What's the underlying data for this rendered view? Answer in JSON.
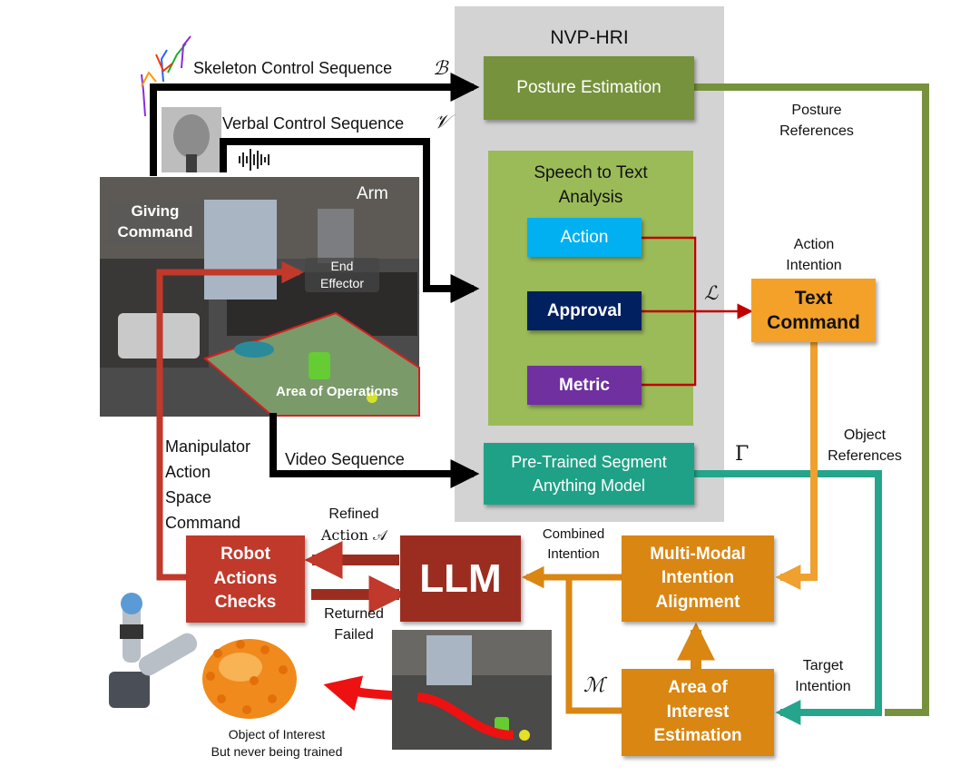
{
  "nvp_hri": {
    "title": "NVP-HRI",
    "posture_estimation": "Posture Estimation",
    "speech_to_text": [
      "Speech to Text",
      "Analysis"
    ],
    "action": "Action",
    "approval": "Approval",
    "metric": "Metric",
    "sam": [
      "Pre-Trained Segment",
      "Anything Model"
    ]
  },
  "inputs": {
    "skeleton": "Skeleton Control Sequence",
    "skeleton_symbol": "ℬ",
    "verbal": "Verbal Control Sequence",
    "verbal_symbol": "𝒱",
    "video": "Video Sequence",
    "manipulator": [
      "Manipulator",
      "Action",
      "Space",
      "Command"
    ]
  },
  "scene": {
    "giving_command": [
      "Giving",
      "Command"
    ],
    "arm": "Arm",
    "end_effector": [
      "End",
      "Effector"
    ],
    "area_of_operations": "Area of Operations"
  },
  "labels": {
    "posture_references": [
      "Posture",
      "References"
    ],
    "action_intention": [
      "Action",
      "Intention"
    ],
    "l_symbol": "ℒ",
    "gamma_symbol": "Γ",
    "object_references": [
      "Object",
      "References"
    ],
    "combined_intention": [
      "Combined",
      "Intention"
    ],
    "refined_action": "Refined",
    "refined_action_2": "Action 𝒜",
    "returned_failed": [
      "Returned",
      "Failed"
    ],
    "target_intention": [
      "Target",
      "Intention"
    ],
    "m_symbol": "ℳ",
    "object_of_interest": [
      "Object of Interest",
      "But never being trained"
    ]
  },
  "boxes": {
    "text_command": [
      "Text",
      "Command"
    ],
    "llm": "LLM",
    "robot_checks": [
      "Robot",
      "Actions",
      "Checks"
    ],
    "multimodal": [
      "Multi-Modal",
      "Intention",
      "Alignment"
    ],
    "aoi": [
      "Area of",
      "Interest",
      "Estimation"
    ]
  },
  "colors": {
    "nvp_bg": "#d3d3d3",
    "posture_box": "#76923c",
    "speech_bg": "#9bbb59",
    "action_box": "#00b0f0",
    "approval_box": "#002060",
    "metric_box": "#7030a0",
    "text_command_box": "#f4a12a",
    "sam_box": "#1fa187",
    "llm_box": "#9b2d20",
    "robot_box": "#c0392b",
    "orange_box": "#d98612",
    "red_line": "#c00000",
    "green_line": "#76923c",
    "teal_line": "#24a58c",
    "orange_line": "#f0a02e",
    "dark_orange_line": "#d98612"
  }
}
